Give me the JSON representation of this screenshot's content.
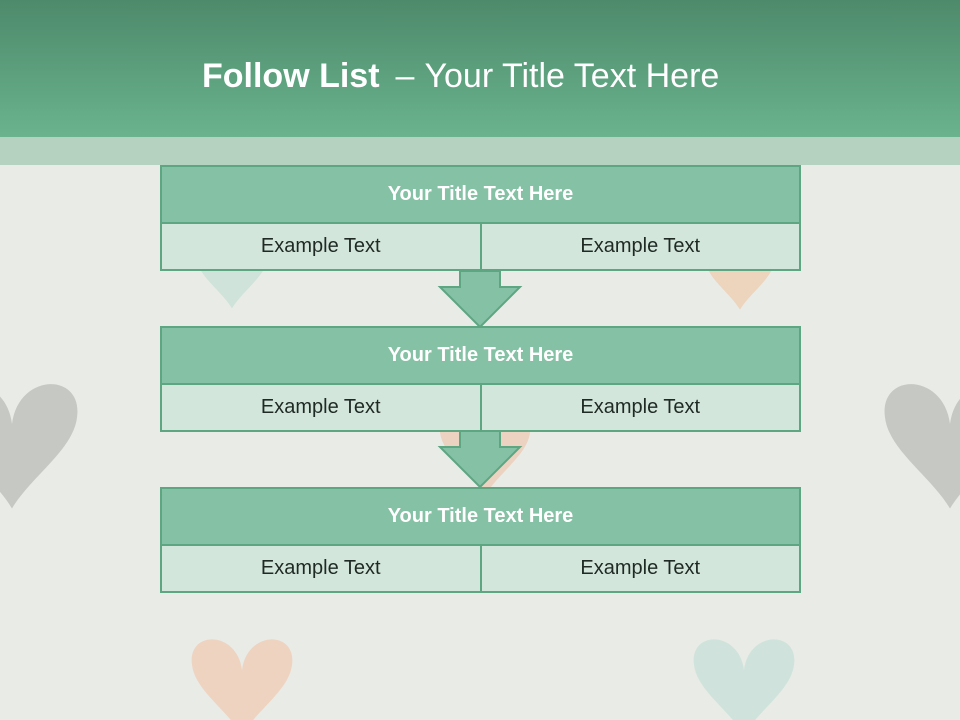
{
  "colors": {
    "header_dark": "#4d8a6b",
    "header_light": "#6ab38e",
    "strip": "#b5d1c0",
    "box_title": "#85c1a4",
    "box_cell": "#d3e6dc",
    "border": "#5ea582",
    "background": "#e9ebe6"
  },
  "slide": {
    "title_bold": "Follow List",
    "title_separator": "–",
    "title_rest": "Your Title Text Here"
  },
  "steps": [
    {
      "title": "Your Title Text Here",
      "left": "Example Text",
      "right": "Example Text"
    },
    {
      "title": "Your Title Text Here",
      "left": "Example Text",
      "right": "Example Text"
    },
    {
      "title": "Your Title Text Here",
      "left": "Example Text",
      "right": "Example Text"
    }
  ],
  "decorations": [
    "heart-icon",
    "heart-icon",
    "heart-icon",
    "heart-icon",
    "heart-icon",
    "heart-icon",
    "heart-icon",
    "heart-icon"
  ]
}
